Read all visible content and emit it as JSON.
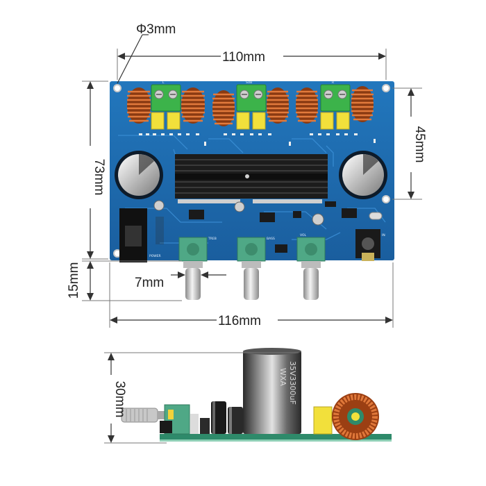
{
  "dimensions": {
    "hole_diameter": "Φ3mm",
    "top_width": "110mm",
    "height_left": "73mm",
    "height_right": "45mm",
    "knob_height": "15mm",
    "knob_width": "7mm",
    "total_width": "116mm",
    "side_height": "30mm"
  },
  "silkscreen": {
    "left_channel": "L",
    "sub_channel": "SUB",
    "right_channel": "R",
    "treble": "TREB",
    "bass": "BASS",
    "volume": "VOL",
    "power": "POWER",
    "input": "IN"
  },
  "capacitor": {
    "rating": "35V3300uF",
    "brand": "WXA"
  },
  "colors": {
    "pcb": "#1e69ae",
    "terminal": "#3cb34a",
    "inductor": "#c0531f",
    "yellow_cap": "#f2e03b",
    "heatsink": "#1c1c1c",
    "pot_body": "#4fa886",
    "metal": "#c8c8c8"
  }
}
